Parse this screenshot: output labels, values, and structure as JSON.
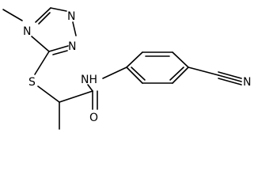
{
  "molecule": {
    "atom_labels": {
      "methyl_n": "N",
      "ring_n_upper": "N",
      "ring_n_lower": "N",
      "sulfur": "S",
      "amide_nh": "NH",
      "carbonyl_o": "O",
      "nitrile_n": "N"
    }
  }
}
